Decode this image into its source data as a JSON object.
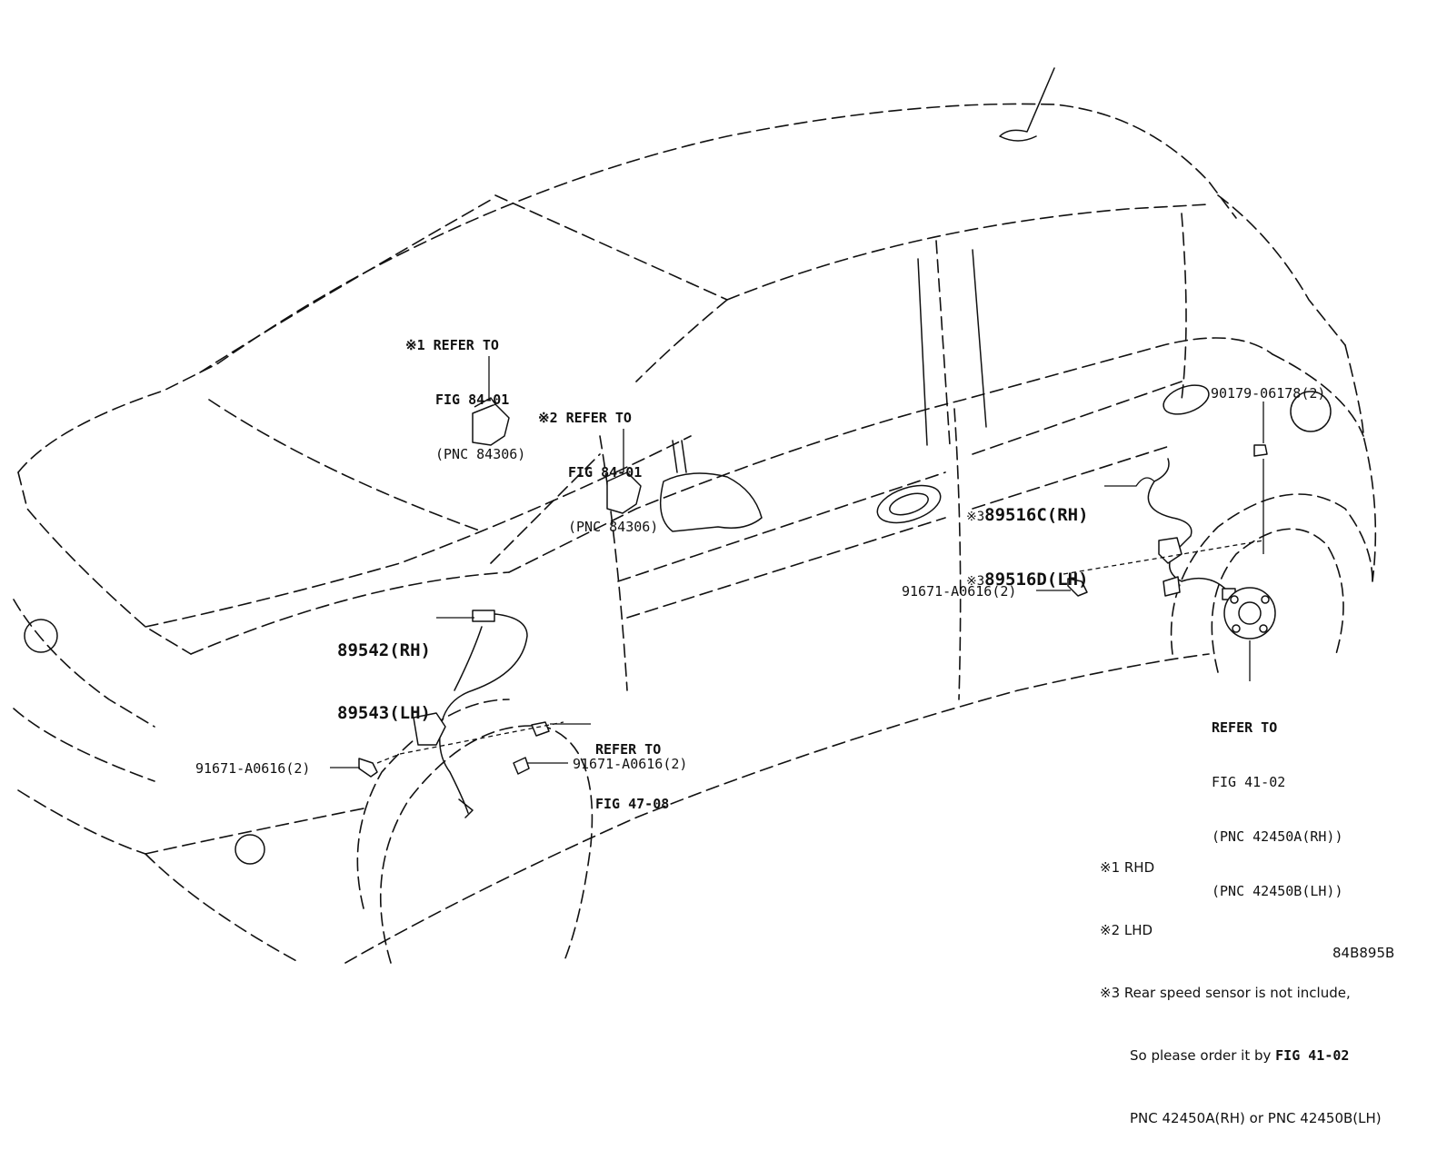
{
  "callouts": {
    "ref1": {
      "marker": "※1",
      "line1": "REFER TO",
      "line2": "FIG 84-01",
      "line3": "(PNC 84306)"
    },
    "ref2": {
      "marker": "※2",
      "line1": "REFER TO",
      "line2": "FIG 84-01",
      "line3": "(PNC 84306)"
    },
    "rear_bolt_top": "90179-06178(2)",
    "rear_sensor": {
      "line1_marker": "※3",
      "line1": "89516C(RH)",
      "line2_marker": "※3",
      "line2": "89516D(LH)"
    },
    "rear_bolt": "91671-A0616(2)",
    "front_sensor": {
      "line1": "89542(RH)",
      "line2": "89543(LH)"
    },
    "front_ref": {
      "line1": "REFER TO",
      "line2": "FIG 47-08"
    },
    "front_bolt_left": "91671-A0616(2)",
    "front_bolt_right": "91671-A0616(2)",
    "hub_ref": {
      "line1": "REFER TO",
      "line2": "FIG 41-02",
      "line3": "(PNC 42450A(RH))",
      "line4": "(PNC 42450B(LH))"
    }
  },
  "notes": {
    "n1": "※1 RHD",
    "n2": "※2 LHD",
    "n3": "※3 Rear speed sensor is not include,",
    "n4_prefix": "So please order it by ",
    "n4_bold": "FIG 41-02",
    "n5": "PNC 42450A(RH) or PNC 42450B(LH)"
  },
  "diagram_code": "84B895B"
}
